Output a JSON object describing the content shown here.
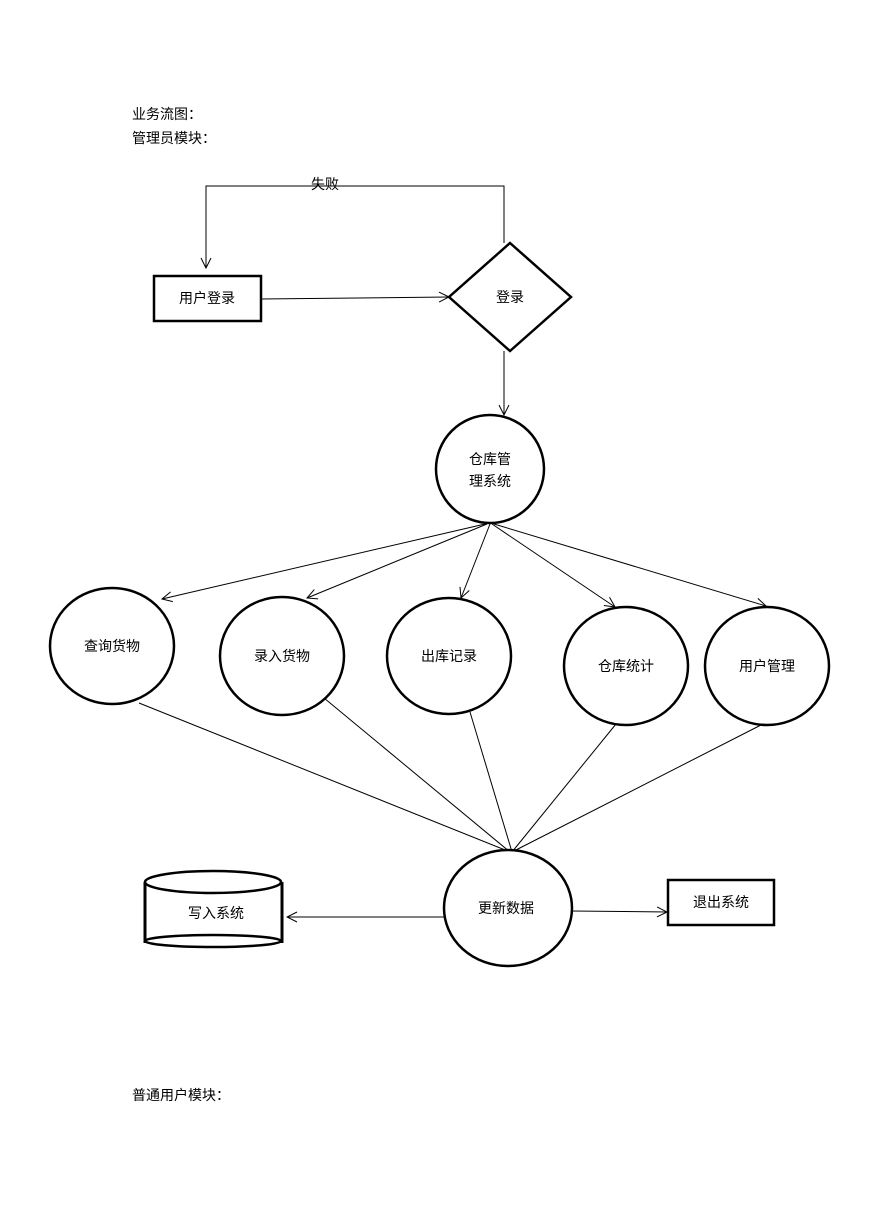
{
  "headings": {
    "flow_title": "业务流图：",
    "admin_module": "管理员模块：",
    "user_module": "普通用户模块："
  },
  "nodes": {
    "user_login": "用户登录",
    "login": "登录",
    "failure_label": "失败",
    "warehouse_system_line1": "仓库管",
    "warehouse_system_line2": "理系统",
    "query_goods": "查询货物",
    "enter_goods": "录入货物",
    "outbound_records": "出库记录",
    "warehouse_stats": "仓库统计",
    "user_management": "用户管理",
    "update_data": "更新数据",
    "write_system": "写入系统",
    "exit_system": "退出系统"
  }
}
